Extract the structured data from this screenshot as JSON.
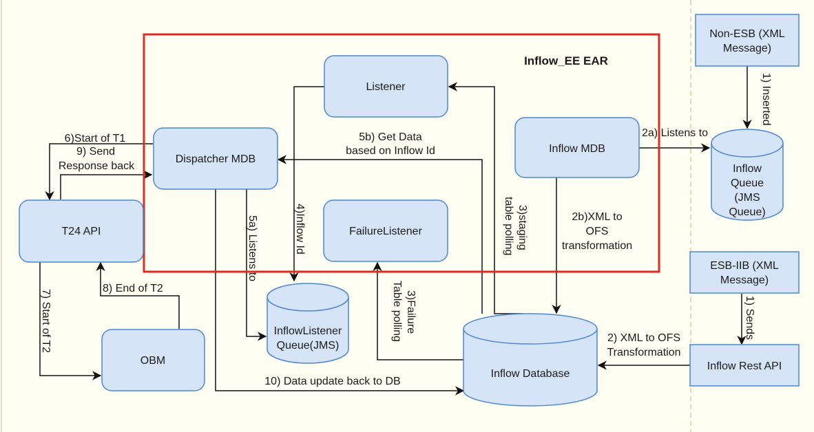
{
  "colors": {
    "background": "#fffef2",
    "node_fill": "#d6e4f7",
    "node_stroke": "#4a86d8",
    "container_stroke": "#e02b20",
    "edge": "#111111",
    "lane_divider": "#e6c9a8"
  },
  "container": {
    "label": "Inflow_EE EAR"
  },
  "nodes": {
    "listener": "Listener",
    "dispatcher_mdb": "Dispatcher MDB",
    "inflow_mdb": "Inflow MDB",
    "failure_listener": "FailureListener",
    "t24_api": "T24 API",
    "obm": "OBM",
    "non_esb": [
      "Non-ESB (XML",
      "Message)"
    ],
    "esb_iib": [
      "ESB-IIB (XML",
      "Message)"
    ],
    "inflow_rest_api": "Inflow Rest API",
    "inflow_queue": [
      "Inflow",
      "Queue",
      "(JMS",
      "Queue)"
    ],
    "inflow_listener_queue": [
      "InflowListener",
      "Queue(JMS)"
    ],
    "inflow_database": "Inflow Database"
  },
  "edges": {
    "e1_inserted": "1) Inserted",
    "e1_sends": "1) Sends",
    "e2_xml_ofs": [
      "2) XML to OFS",
      "Transformation"
    ],
    "e2a_listens": "2a) Listens to",
    "e2b_xml_ofs": [
      "2b)XML to",
      "OFS",
      "transformation"
    ],
    "e3_staging": [
      "3)staging",
      "table polling"
    ],
    "e3_failure": [
      "3)Failure",
      "Table polling"
    ],
    "e4_inflow_id": "4)Inflow Id",
    "e5a_listens": "5a) Listens to",
    "e5b_get_data": [
      "5b) Get Data",
      "based on Inflow Id"
    ],
    "e6_start_t1": "6)Start of T1",
    "e7_start_t2": "7) Start of T2",
    "e8_end_t2": "8) End of T2",
    "e9_send_response": [
      "9) Send",
      "Response back"
    ],
    "e10_update": "10) Data update back to DB"
  }
}
